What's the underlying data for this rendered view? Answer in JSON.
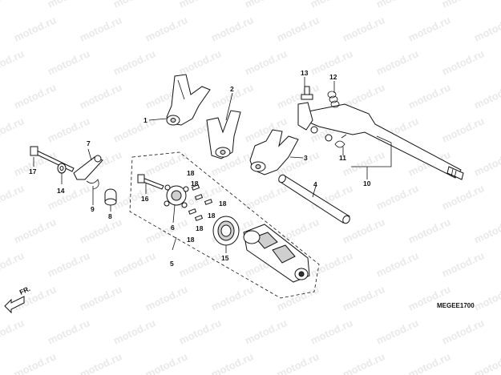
{
  "watermark": "motod.ru",
  "diagram_code": "MEGEE1700",
  "direction_label": "FR.",
  "callouts": {
    "c1": "1",
    "c2": "2",
    "c3": "3",
    "c4": "4",
    "c5": "5",
    "c6": "6",
    "c7": "7",
    "c8": "8",
    "c9": "9",
    "c10": "10",
    "c11": "11",
    "c12": "12",
    "c13": "13",
    "c14": "14",
    "c15": "15",
    "c16": "16",
    "c17": "17",
    "c18": "18"
  },
  "colors": {
    "line": "#111111",
    "watermark": "#e9e9e9",
    "background": "#ffffff"
  }
}
